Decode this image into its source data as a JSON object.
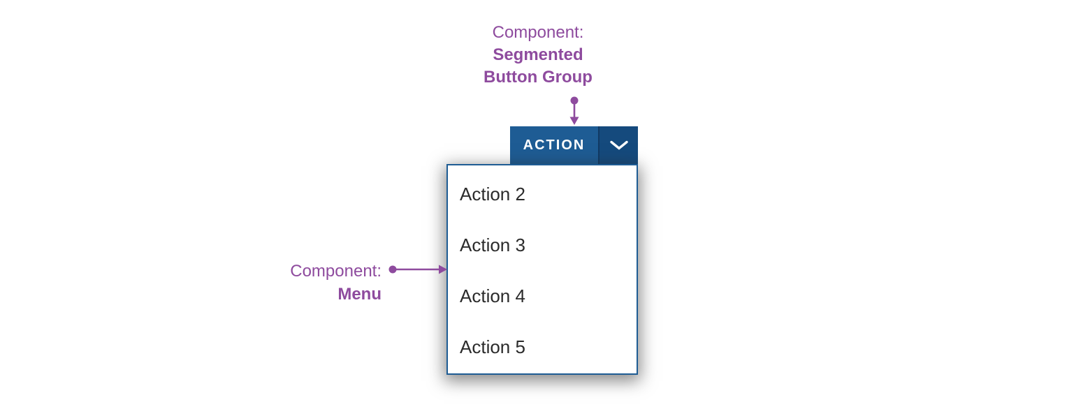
{
  "colors": {
    "annotation_purple": "#8e4b9e",
    "action_segment_blue": "#1e5c94",
    "chevron_segment_blue": "#154a7d",
    "segment_divider_blue": "#113a64",
    "menu_border_blue": "#1e5c94",
    "menu_item_text": "#2b2b2b"
  },
  "annotation_button_group": {
    "line1": "Component:",
    "line2": "Segmented",
    "line3": "Button Group"
  },
  "annotation_menu": {
    "line1": "Component:",
    "line2": "Menu"
  },
  "segmented_button_group": {
    "action_label": "ACTION",
    "chevron_icon": "chevron-down"
  },
  "menu": {
    "items": [
      "Action 2",
      "Action 3",
      "Action 4",
      "Action 5"
    ]
  }
}
